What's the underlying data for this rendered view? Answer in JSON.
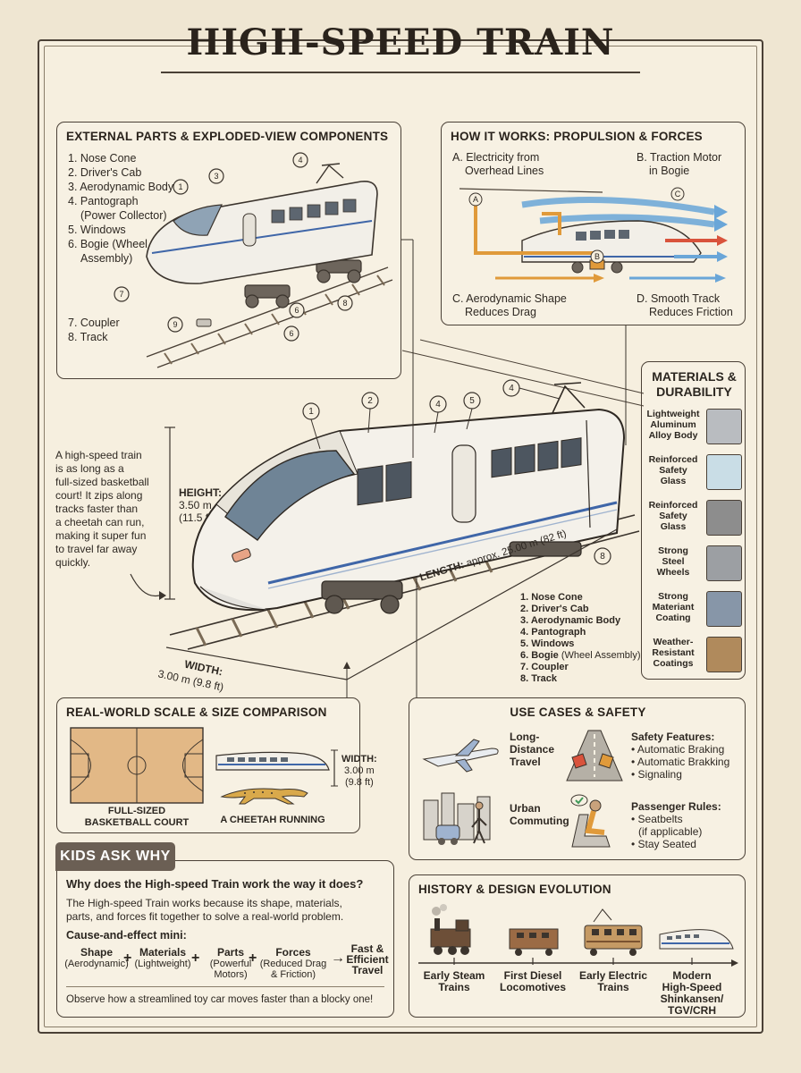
{
  "title": "HIGH-SPEED TRAIN",
  "external": {
    "heading": "EXTERNAL PARTS & EXPLODED-VIEW COMPONENTS",
    "items": [
      "1. Nose Cone",
      "2. Driver's Cab",
      "3. Aerodynamic Body",
      "4. Pantograph",
      "(Power Collector)",
      "5. Windows",
      "6. Bogie (Wheel",
      "Assembly)"
    ],
    "items_bottom": [
      "7. Coupler",
      "8. Track"
    ]
  },
  "how": {
    "heading": "HOW IT WORKS: PROPULSION & FORCES",
    "a": [
      "A. Electricity from",
      "Overhead Lines"
    ],
    "b": [
      "B. Traction Motor",
      "in Bogie"
    ],
    "c": [
      "C. Aerodynamic Shape",
      "Reduces Drag"
    ],
    "d": [
      "D. Smooth Track",
      "Reduces Friction"
    ]
  },
  "materials": {
    "heading": [
      "MATERIALS &",
      "DURABILITY"
    ],
    "items": [
      {
        "label": [
          "Lightweight",
          "Aluminum",
          "Alloy Body"
        ],
        "color": "#b9bcc0"
      },
      {
        "label": [
          "Reinforced",
          "Safety",
          "Glass"
        ],
        "color": "#c9dde6"
      },
      {
        "label": [
          "Reinforced",
          "Safety",
          "Glass"
        ],
        "color": "#8d8d8d"
      },
      {
        "label": [
          "Strong",
          "Steel",
          "Wheels"
        ],
        "color": "#9c9fa3"
      },
      {
        "label": [
          "Strong",
          "Materiant",
          "Coating"
        ],
        "color": "#8796a8"
      },
      {
        "label": [
          "Weather-",
          "Resistant",
          "Coatings"
        ],
        "color": "#b08a5c"
      }
    ]
  },
  "main": {
    "fact": [
      "A high-speed train",
      "is as long as a",
      "full-sized basketball",
      "court! It zips along",
      "tracks faster than",
      "a cheetah can run,",
      "making it super fun",
      "to travel far away",
      "quickly."
    ],
    "height_label": "HEIGHT:",
    "height_value": [
      "3.50 m",
      "(11.5 ft)"
    ],
    "width_label": "WIDTH:",
    "width_value": "3.00 m (9.8 ft)",
    "length_label": "LENGTH:",
    "length_value": "approx. 25.00 m (82 ft)",
    "legend": [
      "1. Nose Cone",
      "2. Driver's Cab",
      "3. Aerodynamic Body",
      "4. Pantograph",
      "5. Windows",
      "6. Bogie",
      "7. Coupler",
      "8. Track"
    ],
    "legend_note": "(Wheel Assembly)"
  },
  "scale": {
    "heading": "REAL-WORLD SCALE & SIZE COMPARISON",
    "court": [
      "FULL-SIZED",
      "BASKETBALL COURT"
    ],
    "cheetah": "A CHEETAH RUNNING",
    "width_label": "WIDTH:",
    "width_value": [
      "3.00 m",
      "(9.8 ft)"
    ]
  },
  "use": {
    "heading": "USE CASES & SAFETY",
    "long": [
      "Long-",
      "Distance",
      "Travel"
    ],
    "urban": [
      "Urban",
      "Commuting"
    ],
    "safety_heading": "Safety Features:",
    "safety": [
      "• Automatic Braking",
      "• Automatic Brakking",
      "• Signaling"
    ],
    "rules_heading": "Passenger Rules:",
    "rules": [
      "• Seatbelts",
      "(if applicable)",
      "• Stay Seated"
    ]
  },
  "kids": {
    "tag": "KIDS ASK WHY",
    "question": "Why does the High-speed Train work the way it does?",
    "answer": [
      "The High-speed Train works because its shape, materials,",
      "parts, and forces fit together to solve a real-world problem."
    ],
    "ce_heading": "Cause-and-effect mini:",
    "ce": [
      {
        "b": "Shape",
        "s": [
          "(Aerodynamic)"
        ]
      },
      {
        "b": "Materials",
        "s": [
          "(Lightweight)"
        ]
      },
      {
        "b": "Parts",
        "s": [
          "(Powerful",
          "Motors)"
        ]
      },
      {
        "b": "Forces",
        "s": [
          "(Reduced Drag",
          "& Friction)"
        ]
      }
    ],
    "result": [
      "Fast &",
      "Efficient",
      "Travel"
    ],
    "observe": "Observe how a streamlined toy car moves faster than a blocky one!"
  },
  "history": {
    "heading": "HISTORY & DESIGN EVOLUTION",
    "stages": [
      {
        "label": [
          "Early Steam",
          "Trains"
        ]
      },
      {
        "label": [
          "First Diesel",
          "Locomotives"
        ]
      },
      {
        "label": [
          "Early Electric",
          "Trains"
        ]
      },
      {
        "label": [
          "Modern",
          "High-Speed",
          "Shinkansen/",
          "TGV/CRH"
        ]
      }
    ]
  },
  "colors": {
    "ink": "#4a4036",
    "paper": "#f6efdf",
    "train_stripe": "#3f66a8",
    "arrow_orange": "#e09a3a",
    "arrow_blue": "#6aa6d8",
    "arrow_red": "#d9533c"
  }
}
